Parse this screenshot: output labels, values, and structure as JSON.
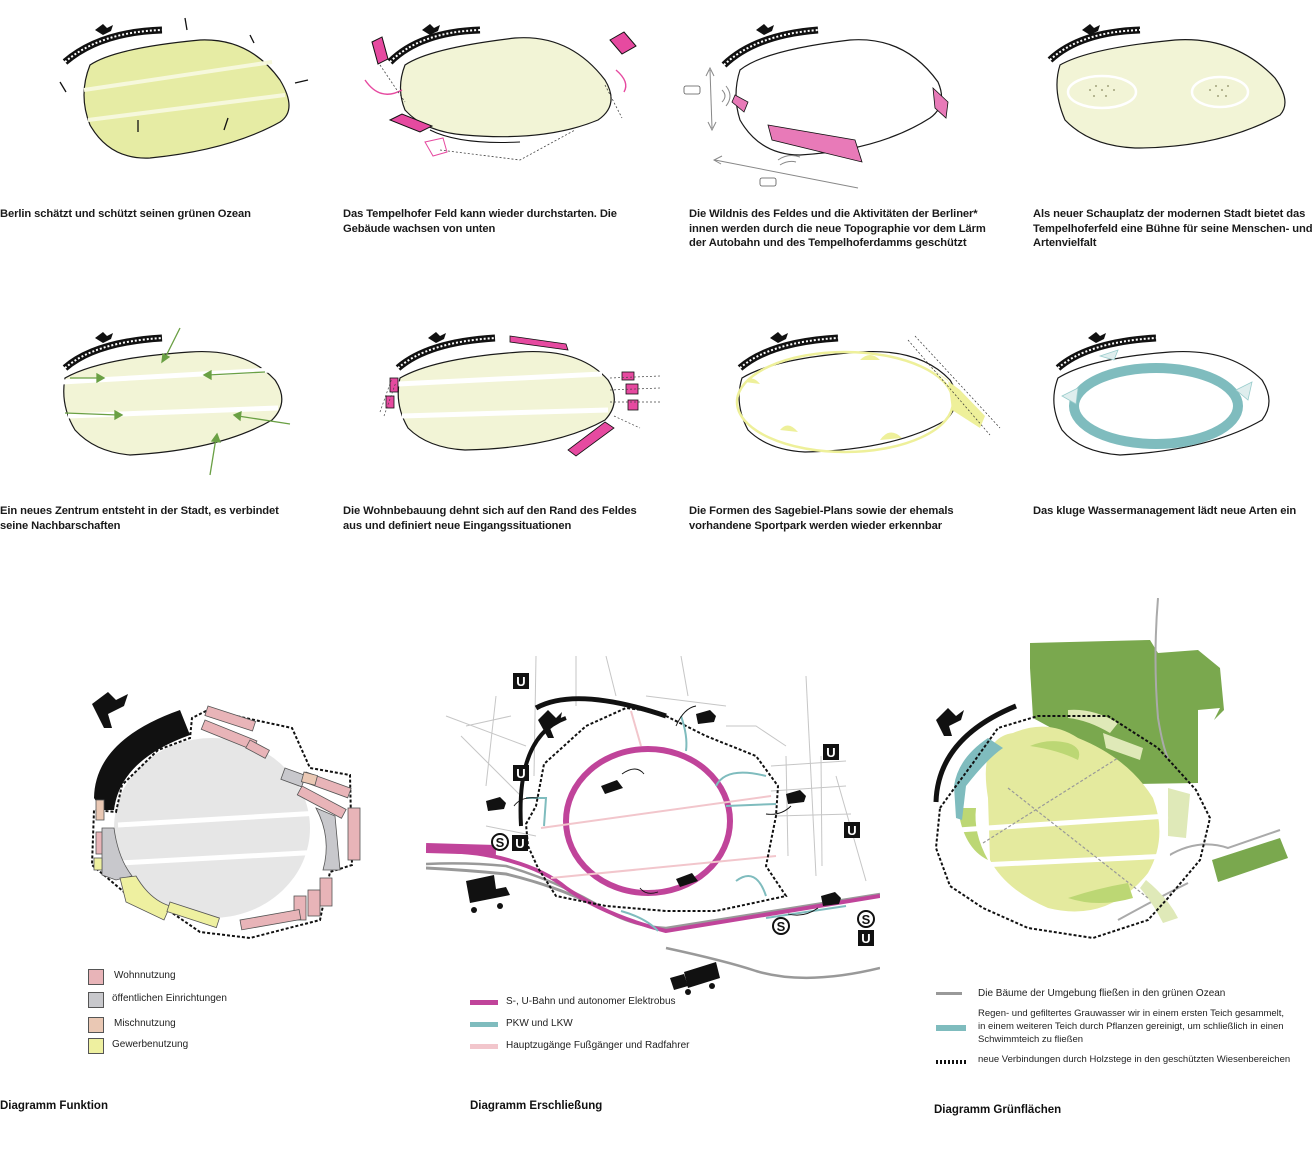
{
  "captions": [
    {
      "lines": [
        "Berlin schätzt und schützt seinen grünen Ozean"
      ]
    },
    {
      "lines": [
        "Das Tempelhofer Feld kann wieder durchstarten. Die",
        "Gebäude wachsen von unten"
      ]
    },
    {
      "lines": [
        "Die Wildnis des Feldes und die Aktivitäten der Berliner*",
        "innen werden durch die neue Topographie vor dem Lärm",
        "der Autobahn und des Tempelhoferdamms geschützt"
      ]
    },
    {
      "lines": [
        "Als neuer Schauplatz der modernen Stadt bietet das",
        "Tempelhoferfeld eine Bühne für seine Menschen- und",
        "Artenvielfalt"
      ]
    },
    {
      "lines": [
        "Ein neues Zentrum entsteht in der Stadt, es verbindet",
        "seine Nachbarschaften"
      ]
    },
    {
      "lines": [
        "Die Wohnbebauung dehnt sich auf den Rand des Feldes",
        "aus und definiert neue Eingangssituationen"
      ]
    },
    {
      "lines": [
        "Die Formen des Sagebiel-Plans sowie der ehemals",
        "vorhandene Sportpark werden wieder erkennbar"
      ]
    },
    {
      "lines": [
        "Das kluge Wassermanagement lädt neue Arten ein"
      ]
    }
  ],
  "diagrams": {
    "funktion": {
      "title": "Diagramm Funktion",
      "legend": [
        {
          "label": "Wohnnutzung",
          "color": "#e8b4b8"
        },
        {
          "label": "öffentlichen Einrichtungen",
          "color": "#c8c8cc"
        },
        {
          "label": "Mischnutzung",
          "color": "#eac8b4"
        },
        {
          "label": "Gewerbenutzung",
          "color": "#eef0a0"
        }
      ]
    },
    "erschliessung": {
      "title": "Diagramm Erschließung",
      "legend": [
        {
          "label": "S-, U-Bahn und autonomer Elektrobus",
          "color": "#c0449a"
        },
        {
          "label": "PKW und LKW",
          "color": "#7fbcbe"
        },
        {
          "label": "Hauptzugänge Fußgänger und Radfahrer",
          "color": "#f2c6cc"
        }
      ],
      "station_labels": [
        "U",
        "U",
        "U",
        "U",
        "S",
        "U",
        "S",
        "S",
        "U"
      ]
    },
    "gruenflaechen": {
      "title": "Diagramm Grünflächen",
      "legend": [
        {
          "label": "Die Bäume der Umgebung fließen in den grünen Ozean",
          "color": "#999999"
        },
        {
          "label_lines": [
            "Regen- und gefiltertes Grauwasser wir in einem ersten Teich gesammelt,",
            "in einem weiteren Teich durch Pflanzen gereinigt, um schließlich in einen",
            "Schwimmteich zu fließen"
          ],
          "color": "#7fbcbe"
        },
        {
          "label": "neue Verbindungen durch Holzstege in den geschützten Wiesenbereichen",
          "color": "#111111"
        }
      ]
    }
  },
  "colors": {
    "field": "#eef2c4",
    "field_strong": "#e4ea9e",
    "magenta": "#e64aa0",
    "teal": "#7fbcbe",
    "green_dark": "#7aa84e",
    "green_mid": "#bcd774",
    "green_light": "#dfe9b8"
  }
}
